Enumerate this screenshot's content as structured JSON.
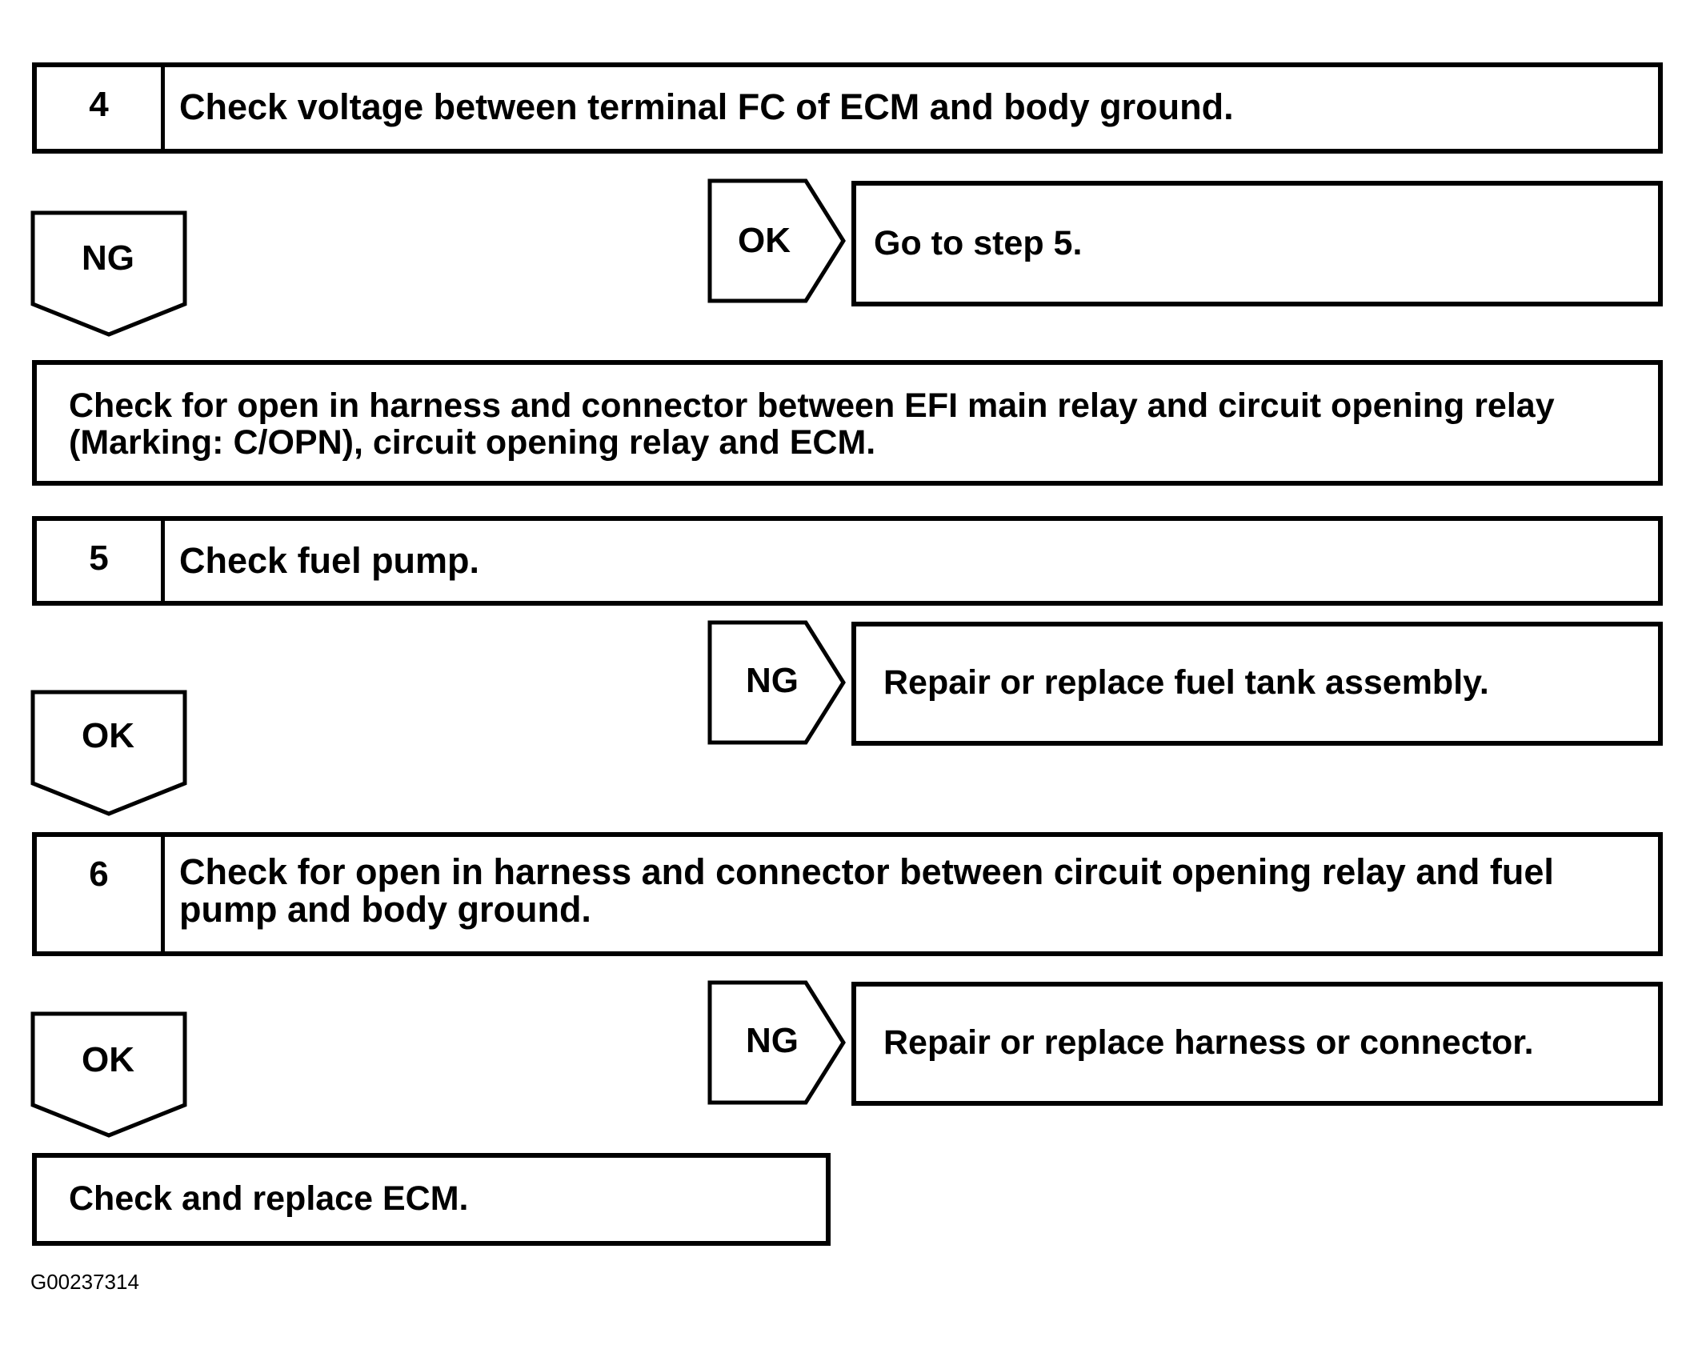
{
  "steps": [
    {
      "number": "4",
      "text": "Check voltage between terminal FC of ECM and body ground."
    },
    {
      "number": "5",
      "text": "Check fuel pump."
    },
    {
      "number": "6",
      "text": "Check for open in harness and connector between circuit opening relay and fuel pump and body ground."
    }
  ],
  "actions": {
    "harness_check": "Check for open in harness and connector between EFI main relay and circuit opening relay (Marking: C/OPN), circuit opening relay and ECM.",
    "replace_ecm": "Check and replace ECM."
  },
  "results": {
    "step4_ok": {
      "label": "OK",
      "text": "Go to step 5."
    },
    "step5_ng": {
      "label": "NG",
      "text": "Repair or replace fuel tank assembly."
    },
    "step6_ng": {
      "label": "NG",
      "text": "Repair or replace harness or connector."
    }
  },
  "flow_labels": {
    "step4_down": "NG",
    "step5_down": "OK",
    "step6_down": "OK"
  },
  "figure_code": "G00237314"
}
